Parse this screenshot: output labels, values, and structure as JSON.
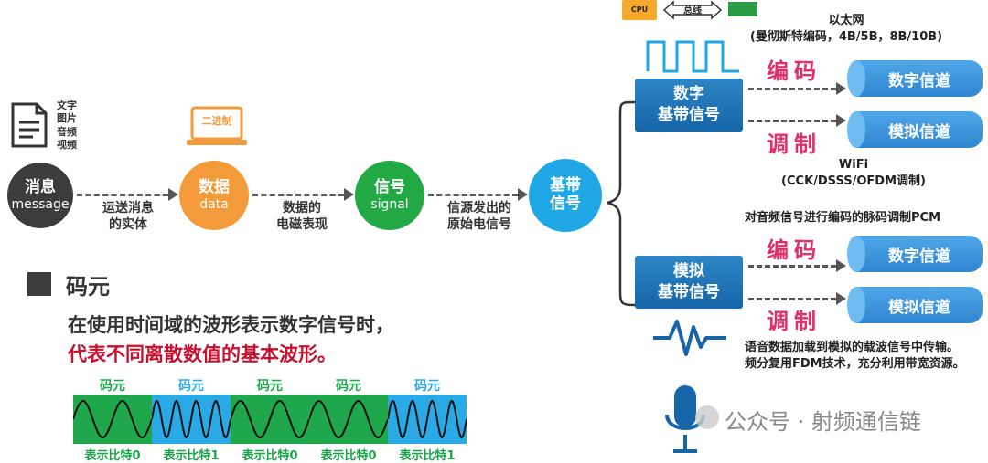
{
  "flow": {
    "media_types": [
      "文字",
      "图片",
      "音频",
      "视频"
    ],
    "nodes": {
      "message": {
        "line1": "消息",
        "line2": "message",
        "color": "#3c3c3c"
      },
      "data": {
        "line1": "数据",
        "line2": "data",
        "color": "#f39a3a"
      },
      "signal": {
        "line1": "信号",
        "line2": "signal",
        "color": "#22a845"
      },
      "baseband": {
        "line1": "基带",
        "line2": "信号",
        "color": "#1fa7e6"
      }
    },
    "binary_label": "二进制",
    "arrows": [
      {
        "line1": "运送消息",
        "line2": "的实体"
      },
      {
        "line1": "数据的",
        "line2": "电磁表现"
      },
      {
        "line1": "信源发出的",
        "line2": "原始电信号"
      }
    ]
  },
  "top": {
    "cpu_label": "CPU",
    "bus_label": "总线"
  },
  "right": {
    "digital_box": {
      "line1": "数字",
      "line2": "基带信号"
    },
    "analog_box": {
      "line1": "模拟",
      "line2": "基带信号"
    },
    "encode_label": "编码",
    "modulate_label": "调制",
    "digital_channel": "数字信道",
    "analog_channel": "模拟信道",
    "ethernet_line1": "以太网",
    "ethernet_line2": "(曼彻斯特编码，4B/5B，8B/10B)",
    "wifi_line1": "WiFi",
    "wifi_line2": "(CCK/DSSS/OFDM调制)",
    "pcm_note": "对音频信号进行编码的脉码调制PCM",
    "fdm_line1": "语音数据加载到模拟的载波信号中传输。",
    "fdm_line2": "频分复用FDM技术，充分利用带宽资源。"
  },
  "symbol_section": {
    "title": "码元",
    "desc_line1": "在使用时间域的波形表示数字信号时，",
    "desc_line2": "代表不同离散数值的基本波形。",
    "cells": [
      {
        "label": "码元",
        "bit": "表示比特0",
        "bg": "#1fa84b",
        "label_color": "#1fa84b"
      },
      {
        "label": "码元",
        "bit": "表示比特1",
        "bg": "#29a9e6",
        "label_color": "#29a9e6"
      },
      {
        "label": "码元",
        "bit": "表示比特0",
        "bg": "#1fa84b",
        "label_color": "#1fa84b"
      },
      {
        "label": "码元",
        "bit": "表示比特0",
        "bg": "#1fa84b",
        "label_color": "#1fa84b"
      },
      {
        "label": "码元",
        "bit": "表示比特1",
        "bg": "#29a9e6",
        "label_color": "#29a9e6"
      }
    ]
  },
  "watermark": "公众号 · 射频通信链"
}
